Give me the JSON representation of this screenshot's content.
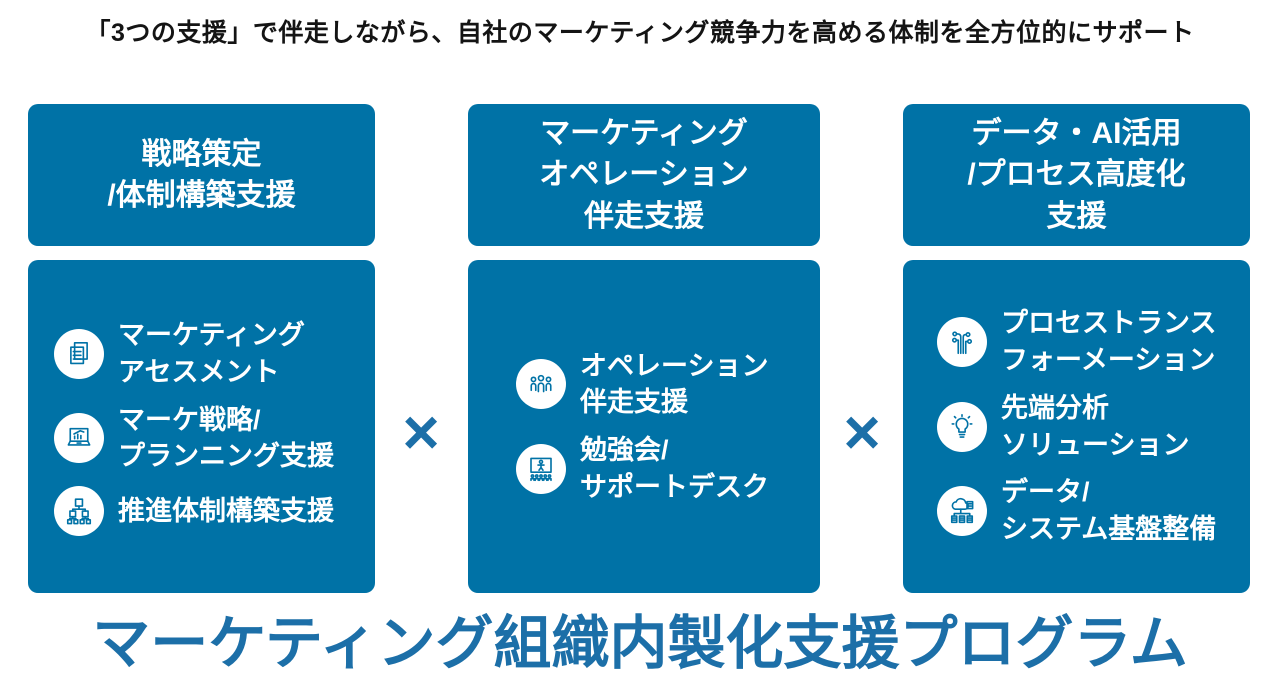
{
  "page": {
    "heading": "「3つの支援」で伴走しながら、自社のマーケティング競争力を高める体制を全方位的にサポート",
    "footer_title": "マーケティング組織内製化支援プログラム",
    "multiply_symbol": "×"
  },
  "colors": {
    "box_blue": "#0072a6",
    "title_blue": "#1c6fa8",
    "box_text": "#ffffff",
    "heading_text": "#141414"
  },
  "columns": [
    {
      "header_lines": [
        "戦略策定",
        "/体制構築支援"
      ],
      "items": [
        {
          "icon": "document-icon",
          "lines": [
            "マーケティング",
            "アセスメント"
          ]
        },
        {
          "icon": "laptop-chart-icon",
          "lines": [
            "マーケ戦略/",
            "プランニング支援"
          ]
        },
        {
          "icon": "org-chart-icon",
          "lines": [
            "推進体制構築支援"
          ]
        }
      ]
    },
    {
      "header_lines": [
        "マーケティング",
        "オペレーション",
        "伴走支援"
      ],
      "items": [
        {
          "icon": "people-icon",
          "lines": [
            "オペレーション",
            "伴走支援"
          ]
        },
        {
          "icon": "seminar-icon",
          "lines": [
            "勉強会/",
            "サポートデスク"
          ]
        }
      ]
    },
    {
      "header_lines": [
        "データ・AI活用",
        "/プロセス高度化",
        "支援"
      ],
      "items": [
        {
          "icon": "circuit-icon",
          "lines": [
            "プロセストランス",
            "フォーメーション"
          ]
        },
        {
          "icon": "lightbulb-icon",
          "lines": [
            "先端分析",
            "ソリューション"
          ]
        },
        {
          "icon": "cloud-database-icon",
          "lines": [
            "データ/",
            "システム基盤整備"
          ]
        }
      ]
    }
  ]
}
